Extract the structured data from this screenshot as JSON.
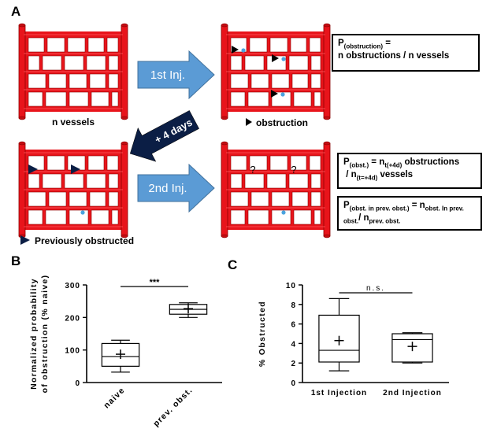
{
  "panels": {
    "a": "A",
    "b": "B",
    "c": "C"
  },
  "panel_a": {
    "arrow1_label": "1st Inj.",
    "arrow2_label": "2nd Inj.",
    "arrow_days_label": "+ 4 days",
    "vessels_caption": "n vessels",
    "obstruction_legend": "obstruction",
    "prev_obstructed_legend": "Previously obstructed",
    "question_mark": "?",
    "box1": {
      "line1_main": "P",
      "line1_sub": "(obstruction)",
      "line1_tail": " =",
      "line2": "n obstructions /    n vessels"
    },
    "box2": {
      "p": "P",
      "p_sub": "(obst.)",
      "eq": " = n",
      "n_sub": "t(+4d)",
      "tail1": " obstructions",
      "slash": "/    n",
      "n2_sub": "(t=+4d)",
      "tail2": " vessels"
    },
    "box3": {
      "p": "P",
      "p_sub": "(obst. in prev. obst.)",
      "eq": " = n",
      "n_sub": "obst. In prev.",
      "n_sub2": "obst.",
      "slash": "/ n",
      "n2_sub": "prev. obst."
    },
    "colors": {
      "vessel": "#e8141b",
      "vessel_dark": "#8b0000",
      "arrow_blue": "#5b9bd5",
      "arrow_navy": "#0b1e45",
      "dot": "#4aa3df"
    }
  },
  "chart_data": [
    {
      "type": "boxplot",
      "panel": "B",
      "ylabel": "Normalized probability of obstruction (% naive)",
      "xlabel": "",
      "ylim": [
        0,
        300
      ],
      "yticks": [
        0,
        100,
        200,
        300
      ],
      "categories": [
        "naive",
        "prev. obst."
      ],
      "boxes": [
        {
          "name": "naive",
          "min": 32,
          "q1": 50,
          "median": 80,
          "q3": 120,
          "max": 130,
          "mean": 87
        },
        {
          "name": "prev. obst.",
          "min": 200,
          "q1": 210,
          "median": 225,
          "q3": 240,
          "max": 245,
          "mean": 227
        }
      ],
      "significance": "***",
      "grid": false
    },
    {
      "type": "boxplot",
      "panel": "C",
      "ylabel": "% Obstructed",
      "xlabel": "",
      "ylim": [
        0,
        10
      ],
      "yticks": [
        0,
        2,
        4,
        6,
        8,
        10
      ],
      "categories": [
        "1st Injection",
        "2nd Injection"
      ],
      "boxes": [
        {
          "name": "1st Injection",
          "min": 1.2,
          "q1": 2.1,
          "median": 3.3,
          "q3": 6.9,
          "max": 8.6,
          "mean": 4.3
        },
        {
          "name": "2nd Injection",
          "min": 2.0,
          "q1": 2.1,
          "median": 4.4,
          "q3": 5.0,
          "max": 5.1,
          "mean": 3.7
        }
      ],
      "significance": "n.s.",
      "grid": false
    }
  ]
}
